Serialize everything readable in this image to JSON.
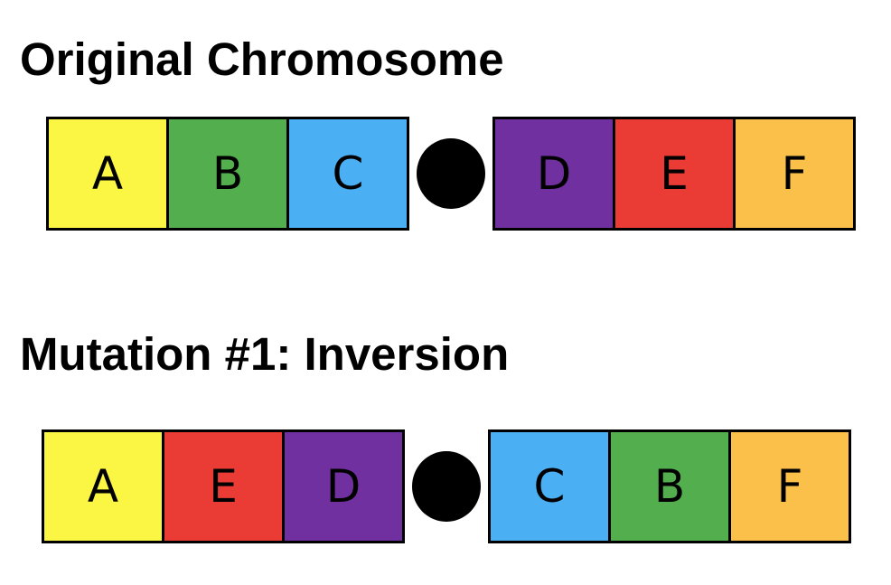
{
  "headings": {
    "original": "Original Chromosome",
    "mutation": "Mutation #1: Inversion"
  },
  "colors": {
    "A": "#fbf543",
    "B": "#53ae4e",
    "C": "#4aaff3",
    "D": "#7030a0",
    "E": "#ea3b34",
    "F": "#fac04a",
    "outline": "#000000",
    "centromere": "#000000"
  },
  "original_chromosome": {
    "left_arm": [
      "A",
      "B",
      "C"
    ],
    "right_arm": [
      "D",
      "E",
      "F"
    ]
  },
  "mutated_chromosome": {
    "left_arm": [
      "A",
      "E",
      "D"
    ],
    "right_arm": [
      "C",
      "B",
      "F"
    ]
  }
}
